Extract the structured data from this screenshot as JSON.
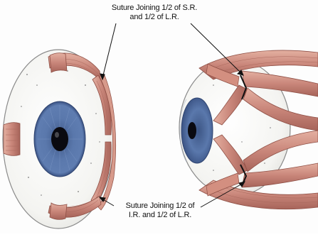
{
  "labels": {
    "top": {
      "line1": "Suture Joining 1/2 of S.R.",
      "line2": "and 1/2 of L.R."
    },
    "bottom": {
      "line1": "Suture Joining 1/2 of",
      "line2": "I.R. and 1/2 of L.R."
    }
  },
  "colors": {
    "sclera": "#f7f7f5",
    "iris": "#5b79ad",
    "iris_dark": "#3f5b8c",
    "pupil": "#0a0a10",
    "muscle": "#c9867a",
    "muscle_light": "#e2ab9c",
    "muscle_dark": "#8f4f45",
    "outline": "#6b6b6b",
    "pointer": "#111111"
  },
  "icons": {
    "left_figure": "eyeball-front-view-with-split-rectus-muscles",
    "right_figure": "eyeball-side-view-with-transposed-rectus-muscles"
  }
}
